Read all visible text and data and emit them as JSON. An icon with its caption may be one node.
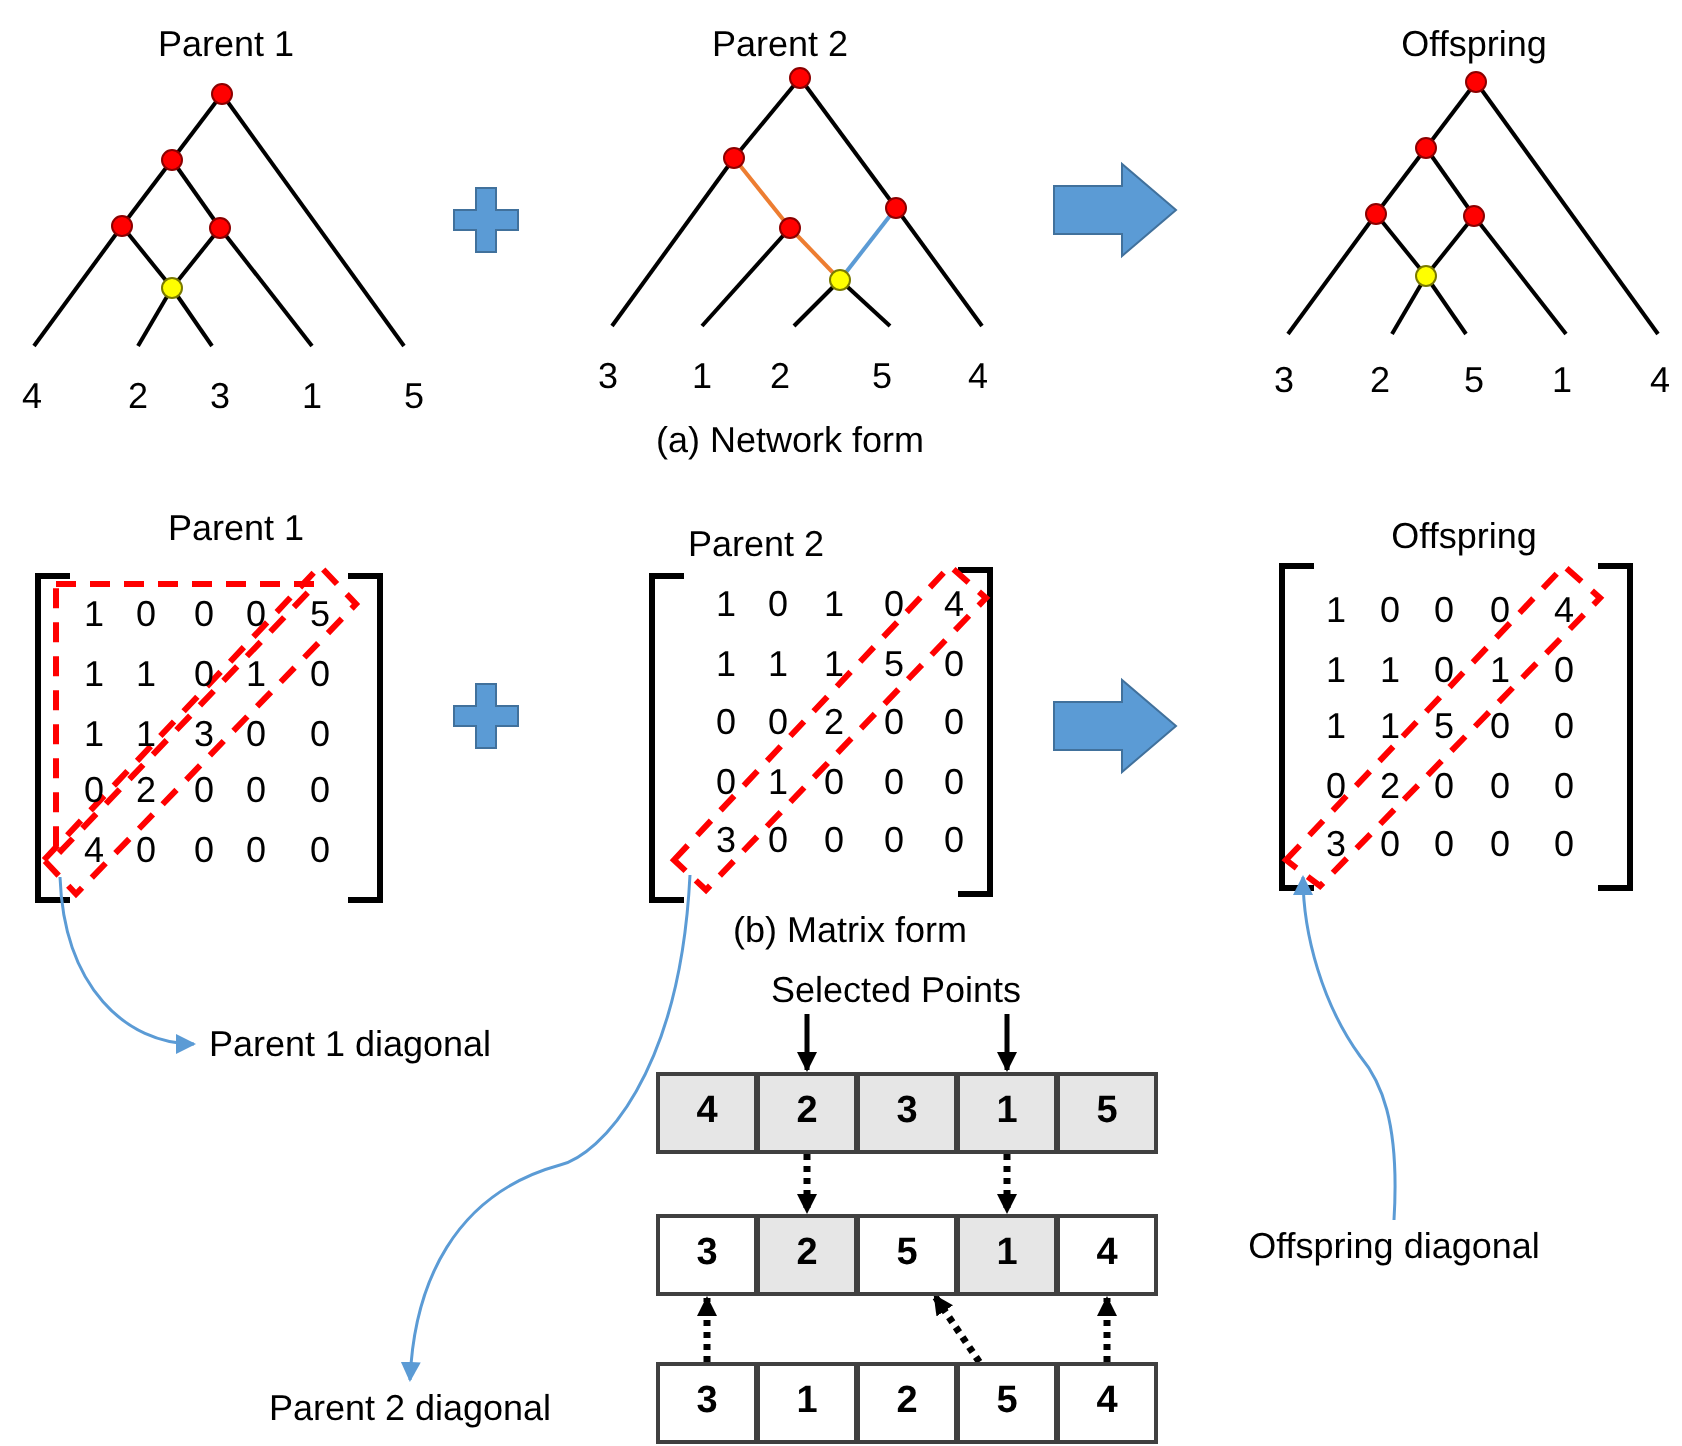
{
  "diagram": {
    "nodes": [
      {
        "text": [
          "Parent 1 diagonal"
        ]
      },
      {
        "text": [],
        "shape": "box"
      },
      {
        "text": [],
        "shape": "box"
      },
      {
        "text": [
          "Parent 2 diagonal"
        ]
      },
      {
        "text": [],
        "shape": "box"
      },
      {
        "text": [
          "Offspring diagonal"
        ]
      },
      {
        "text": [
          "Selected Points"
        ]
      },
      {
        "text": [
          "4"
        ]
      },
      {
        "text": [
          "2"
        ]
      },
      {
        "text": [
          "3"
        ]
      },
      {
        "text": [
          "1"
        ]
      },
      {
        "text": [
          "5"
        ]
      },
      {
        "text": [
          "3"
        ]
      },
      {
        "text": [
          "2"
        ]
      },
      {
        "text": [
          "5"
        ]
      },
      {
        "text": [
          "1"
        ]
      },
      {
        "text": [
          "4"
        ]
      },
      {
        "text": [
          "3"
        ]
      },
      {
        "text": [
          "1"
        ]
      },
      {
        "text": [
          "2"
        ]
      },
      {
        "text": [
          "5"
        ]
      },
      {
        "text": [
          "4"
        ]
      }
    ],
    "edges": [
      {
        "from": 1,
        "to": 0,
        "arrow": "to",
        "color": "#5b9bd5"
      },
      {
        "from": 2,
        "to": 3,
        "arrow": "to",
        "color": "#5b9bd5"
      },
      {
        "from": 5,
        "to": 4,
        "arrow": "to",
        "color": "#5b9bd5"
      },
      {
        "from": 6,
        "to": 8,
        "arrow": "to"
      },
      {
        "from": 6,
        "to": 10,
        "arrow": "to"
      },
      {
        "from": 8,
        "to": 13,
        "arrow": "to",
        "style": "dashed"
      },
      {
        "from": 10,
        "to": 15,
        "arrow": "to",
        "style": "dashed"
      },
      {
        "from": 17,
        "to": 12,
        "arrow": "to",
        "style": "dashed"
      },
      {
        "from": 20,
        "to": 14,
        "arrow": "to",
        "style": "dashed"
      },
      {
        "from": 21,
        "to": 16,
        "arrow": "to",
        "style": "dashed"
      }
    ],
    "labels": [
      "Parent 1",
      "Parent 2",
      "Offspring",
      "4",
      "2",
      "3",
      "1",
      "5",
      "3",
      "1",
      "2",
      "5",
      "4",
      "3",
      "2",
      "5",
      "1",
      "4",
      "(a) Network form",
      "Parent 1",
      "Parent 2",
      "Offspring",
      "1",
      "0",
      "0",
      "0",
      "5",
      "1",
      "1",
      "0",
      "1",
      "0",
      "1",
      "1",
      "3",
      "0",
      "0",
      "0",
      "2",
      "0",
      "0",
      "0",
      "4",
      "0",
      "0",
      "0",
      "0",
      "1",
      "0",
      "1",
      "0",
      "4",
      "1",
      "1",
      "1",
      "5",
      "0",
      "0",
      "0",
      "2",
      "0",
      "0",
      "0",
      "1",
      "0",
      "0",
      "0",
      "3",
      "0",
      "0",
      "0",
      "0",
      "1",
      "0",
      "0",
      "0",
      "4",
      "1",
      "1",
      "0",
      "1",
      "0",
      "1",
      "1",
      "5",
      "0",
      "0",
      "0",
      "2",
      "0",
      "0",
      "0",
      "3",
      "0",
      "0",
      "0",
      "0",
      "(b) Matrix form"
    ]
  }
}
